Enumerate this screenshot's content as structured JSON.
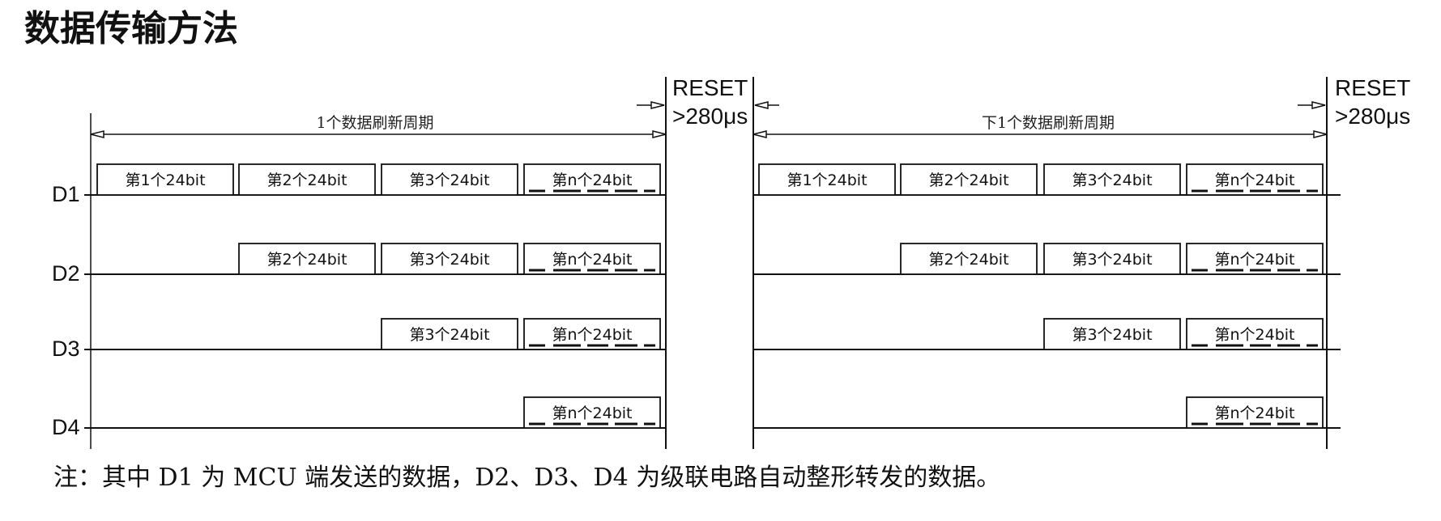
{
  "title": "数据传输方法",
  "signals": [
    "D1",
    "D2",
    "D3",
    "D4"
  ],
  "periods": [
    {
      "label": "1个数据刷新周期",
      "reset_label": "RESET",
      "reset_time": ">280μs",
      "packets": [
        {
          "signal": "D1",
          "slot": 0,
          "label": "第1个24bit",
          "style": "solid"
        },
        {
          "signal": "D1",
          "slot": 1,
          "label": "第2个24bit",
          "style": "solid"
        },
        {
          "signal": "D1",
          "slot": 2,
          "label": "第3个24bit",
          "style": "solid"
        },
        {
          "signal": "D1",
          "slot": 3,
          "label": "第n个24bit",
          "style": "dashed"
        },
        {
          "signal": "D2",
          "slot": 1,
          "label": "第2个24bit",
          "style": "solid"
        },
        {
          "signal": "D2",
          "slot": 2,
          "label": "第3个24bit",
          "style": "solid"
        },
        {
          "signal": "D2",
          "slot": 3,
          "label": "第n个24bit",
          "style": "dashed"
        },
        {
          "signal": "D3",
          "slot": 2,
          "label": "第3个24bit",
          "style": "solid"
        },
        {
          "signal": "D3",
          "slot": 3,
          "label": "第n个24bit",
          "style": "dashed"
        },
        {
          "signal": "D4",
          "slot": 3,
          "label": "第n个24bit",
          "style": "dashed"
        }
      ]
    },
    {
      "label": "下1个数据刷新周期",
      "reset_label": "RESET",
      "reset_time": ">280μs",
      "packets": [
        {
          "signal": "D1",
          "slot": 0,
          "label": "第1个24bit",
          "style": "solid"
        },
        {
          "signal": "D1",
          "slot": 1,
          "label": "第2个24bit",
          "style": "solid"
        },
        {
          "signal": "D1",
          "slot": 2,
          "label": "第3个24bit",
          "style": "solid"
        },
        {
          "signal": "D1",
          "slot": 3,
          "label": "第n个24bit",
          "style": "dashed"
        },
        {
          "signal": "D2",
          "slot": 1,
          "label": "第2个24bit",
          "style": "solid"
        },
        {
          "signal": "D2",
          "slot": 2,
          "label": "第3个24bit",
          "style": "solid"
        },
        {
          "signal": "D2",
          "slot": 3,
          "label": "第n个24bit",
          "style": "dashed"
        },
        {
          "signal": "D3",
          "slot": 2,
          "label": "第3个24bit",
          "style": "solid"
        },
        {
          "signal": "D3",
          "slot": 3,
          "label": "第n个24bit",
          "style": "dashed"
        },
        {
          "signal": "D4",
          "slot": 3,
          "label": "第n个24bit",
          "style": "dashed"
        }
      ]
    }
  ],
  "note": "注：其中 D1 为 MCU 端发送的数据，D2、D3、D4 为级联电路自动整形转发的数据。"
}
